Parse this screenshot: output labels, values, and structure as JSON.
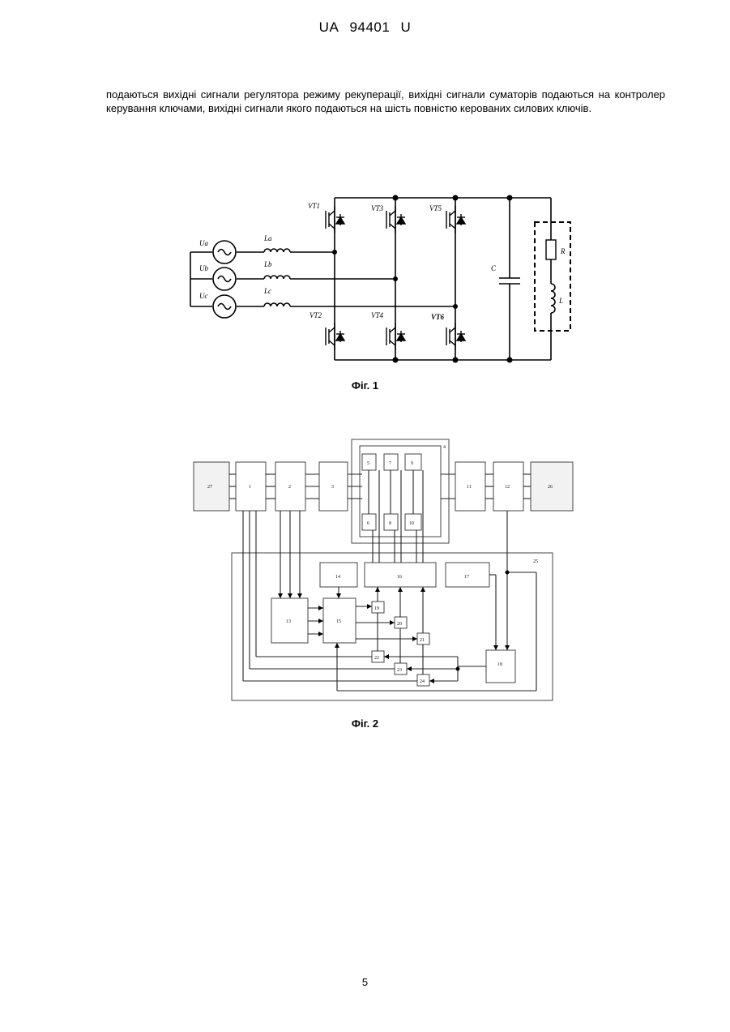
{
  "header": {
    "country": "UA",
    "number": "94401",
    "kind": "U"
  },
  "paragraph": "подаються вихідні сигнали регулятора режиму рекуперації, вихідні сигнали суматорів подаються на контролер керування ключами, вихідні сигнали якого подаються на шість повністю керованих силових ключів.",
  "fig1": {
    "caption": "Фіг. 1",
    "sources": [
      "Ua",
      "Ub",
      "Uc"
    ],
    "inductors": [
      "La",
      "Lb",
      "Lc"
    ],
    "switches_top": [
      "VT1",
      "VT3",
      "VT5"
    ],
    "switches_bottom": [
      "VT2",
      "VT4",
      "VT6"
    ],
    "capacitor": "C",
    "load_r": "R",
    "load_l": "L"
  },
  "fig2": {
    "caption": "Фіг. 2",
    "blocks": {
      "b27": "27",
      "b1": "1",
      "b2": "2",
      "b3": "3",
      "b4": "4",
      "b5": "5",
      "b7": "7",
      "b9": "9",
      "b6": "6",
      "b8": "8",
      "b10": "10",
      "b11": "11",
      "b12": "12",
      "b26": "26",
      "b25": "25",
      "b14": "14",
      "b16": "16",
      "b17": "17",
      "b13": "13",
      "b15": "15",
      "b19": "19",
      "b20": "20",
      "b21": "21",
      "b22": "22",
      "b23": "23",
      "b24": "24",
      "b18": "18"
    }
  },
  "page_number": "5"
}
